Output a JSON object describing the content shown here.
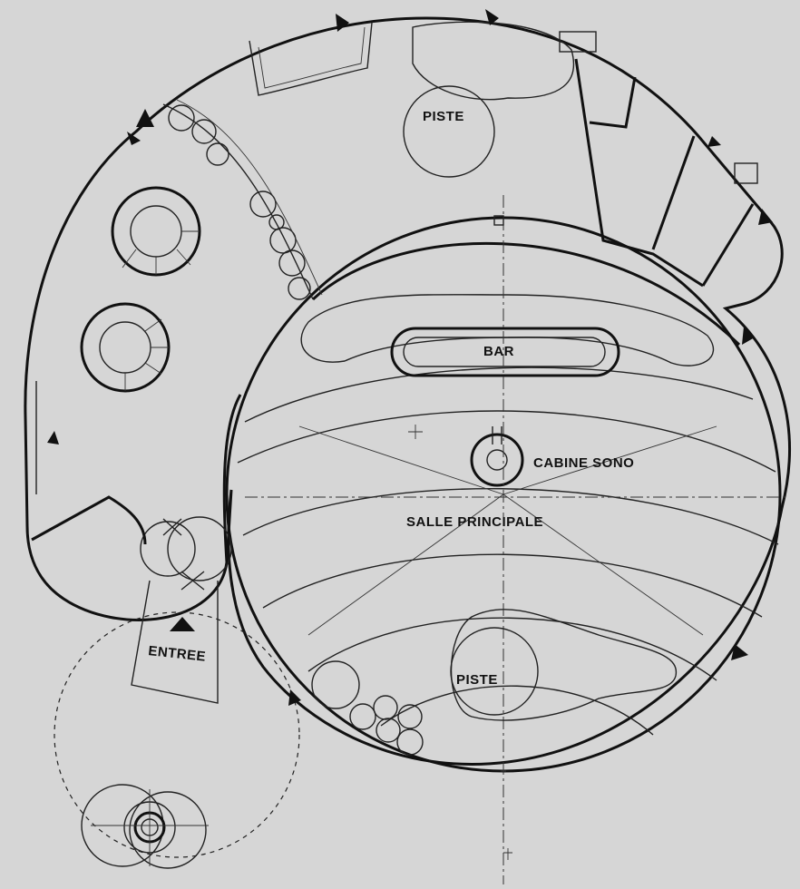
{
  "labels": {
    "piste_top": "PISTE",
    "bar": "BAR",
    "cabine": "CABINE SONO",
    "salle": "SALLE PRINCIPALE",
    "piste_bottom": "PISTE",
    "entree": "ENTREE"
  }
}
